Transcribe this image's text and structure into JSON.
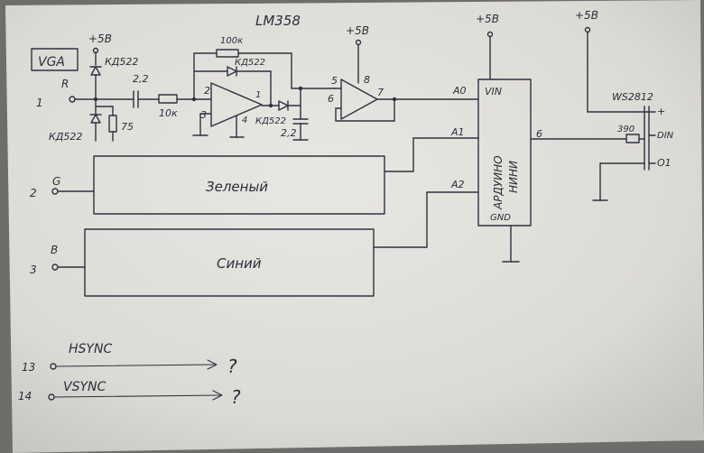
{
  "title": "LM358",
  "vga": {
    "label": "VGA",
    "pins": {
      "r_num": "1",
      "g_num": "2",
      "b_num": "3",
      "hsync_num": "13",
      "vsync_num": "14"
    },
    "pin_letters": {
      "r": "R",
      "g": "G",
      "b": "B"
    }
  },
  "supply": {
    "p1": "+5B",
    "p2": "+5B",
    "p3": "+5B",
    "p4": "+5B"
  },
  "components": {
    "diode_top": "КД522",
    "diode_bottom": "КД522",
    "res_75": "75",
    "cap_in": "2,2",
    "res_10k": "10к",
    "res_100k": "100к",
    "diode_fb": "КД522",
    "diode_out": "КД522",
    "cap_out": "2,2",
    "res_390": "390"
  },
  "opamp1": {
    "pin2": "2",
    "pin3": "3",
    "pin1": "1",
    "pin4": "4"
  },
  "opamp2": {
    "pin5": "5",
    "pin6": "6",
    "pin8": "8",
    "pin7": "7"
  },
  "arduino": {
    "name_line1": "АРДУИНО",
    "name_line2": "НИНИ",
    "vin": "VIN",
    "gnd": "GND",
    "a0": "A0",
    "a1": "A1",
    "a2": "A2",
    "pin6": "6"
  },
  "ws2812": {
    "name": "WS2812",
    "plus": "+",
    "din": "DIN",
    "gnd": "O1"
  },
  "blocks": {
    "green": "Зеленый",
    "blue": "Синий"
  },
  "signals": {
    "hsync": "HSYNC",
    "vsync": "VSYNC",
    "hsync_q": "?",
    "vsync_q": "?"
  }
}
